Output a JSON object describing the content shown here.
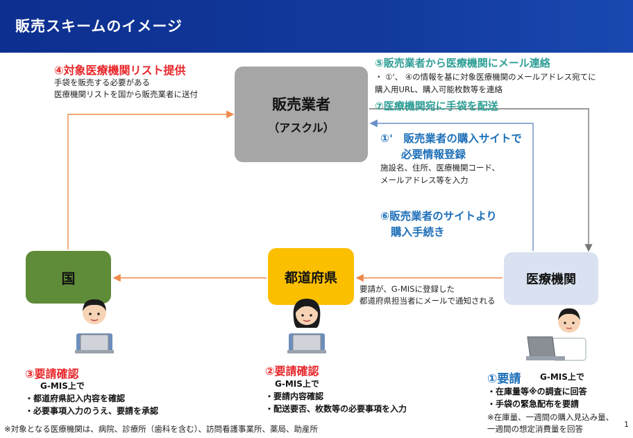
{
  "header": {
    "title": "販売スキームのイメージ"
  },
  "nodes": {
    "seller": {
      "line1": "販売業者",
      "line2": "（アスクル）"
    },
    "country": {
      "label": "国"
    },
    "prefecture": {
      "label": "都道府県"
    },
    "medical": {
      "label": "医療機関"
    }
  },
  "step4": {
    "title": "④対象医療機関リスト提供",
    "line1": "手袋を販売する必要がある",
    "line2": "医療機関リストを国から販売業者に送付"
  },
  "step5": {
    "title": "⑤販売業者から医療機関にメール連絡",
    "line1": "・ ①'、 ④の情報を基に対象医療機関のメールアドレス宛てに",
    "line2": "購入用URL、購入可能枚数等を連絡"
  },
  "step7": {
    "title": "⑦医療機関宛に手袋を配送"
  },
  "step1p": {
    "title1": "①'　販売業者の購入サイトで",
    "title2": "必要情報登録",
    "line1": "施設名、住所、医療機関コード、",
    "line2": "メールアドレス等を入力"
  },
  "step6": {
    "title1": "⑥販売業者のサイトより",
    "title2": "購入手続き"
  },
  "notify": {
    "line1": "要請が、G-MISに登録した",
    "line2": "都道府県担当者にメールで通知される"
  },
  "step3": {
    "title": "③要請確認",
    "line1": "G-MIS上で",
    "line2": "・都道府県記入内容を確認",
    "line3": "・必要事項入力のうえ、要請を承認"
  },
  "step2": {
    "title": "②要請確認",
    "line1": "G-MIS上で",
    "line2": "・要請内容確認",
    "line3": "・配送要否、枚数等の必要事項を入力"
  },
  "step1": {
    "title": "①要請",
    "subtitle": "G-MIS上で",
    "line1": "・在庫量等※の調査に回答",
    "line2": "・手袋の緊急配布を要請",
    "line3": "※在庫量、一週間の購入見込み量、",
    "line4": "一週間の想定消費量を回答"
  },
  "footnote": "※対象となる医療機関は、病院、診療所（歯科を含む）、訪問看護事業所、薬局、助産所",
  "page_number": "1",
  "colors": {
    "header": "#123a9e",
    "seller": "#a6a6a6",
    "country": "#5f8c38",
    "prefecture": "#fbbf00",
    "medical": "#dae2f1",
    "arrow_orange": "#f08a4b",
    "arrow_blue": "#6a8fc6",
    "arrow_gray": "#777777"
  }
}
